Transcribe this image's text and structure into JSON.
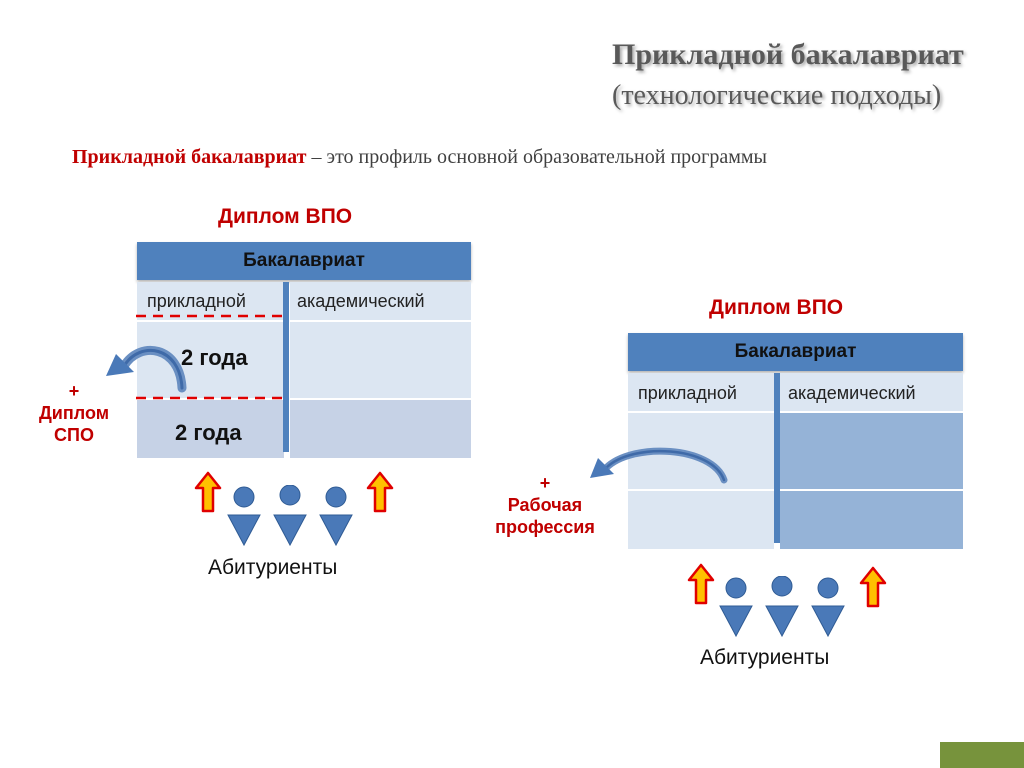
{
  "slide": {
    "title": "Прикладной бакалавриат",
    "subtitle": "(технологические подходы)",
    "definition": {
      "term": "Прикладной бакалавриат",
      "rest": " – это   профиль основной образовательной программы"
    }
  },
  "left_scheme": {
    "diploma": "Диплом ВПО",
    "header": "Бакалавриат",
    "col_applied": "прикладной",
    "col_academic": "академический",
    "years_top": "2 года",
    "years_bottom": "2 года",
    "side_plus": "+",
    "side_label_1": "Диплом",
    "side_label_2": "СПО",
    "applicants": "Абитуриенты"
  },
  "right_scheme": {
    "diploma": "Диплом ВПО",
    "header": "Бакалавриат",
    "col_applied": "прикладной",
    "col_academic": "академический",
    "side_plus": "+",
    "side_label_1": "Рабочая",
    "side_label_2": "профессия",
    "applicants": "Абитуриенты"
  },
  "colors": {
    "header_blue": "#4f81bd",
    "cell_light": "#dce6f2",
    "cell_medium": "#c6d2e6",
    "divider": "#4f81bd",
    "red": "#c00000",
    "arrow_up_fill": "#ffc000",
    "arrow_up_stroke": "#e00000",
    "person": "#4a79b8",
    "badge": "#77933c"
  },
  "icons": [
    "curved-arrow-icon",
    "up-arrow-icon",
    "person-icon"
  ]
}
